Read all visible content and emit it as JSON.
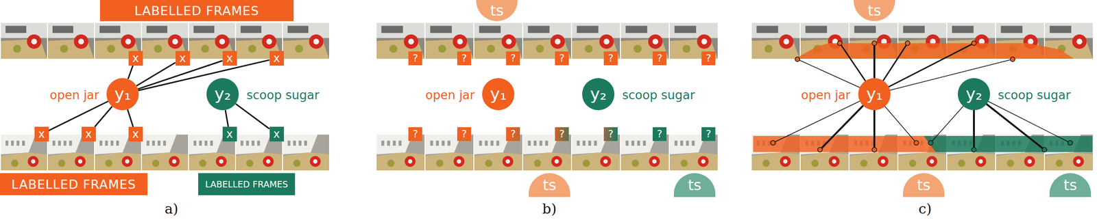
{
  "diagram": {
    "nodes": [
      {
        "text": [
          "LABELLED FRAMES"
        ]
      },
      {
        "text": [
          "x"
        ]
      },
      {
        "text": [
          "x"
        ]
      },
      {
        "text": [
          "x"
        ]
      },
      {
        "text": [
          "x"
        ]
      },
      {
        "text": [
          "y₁"
        ]
      },
      {
        "text": [
          "y₂"
        ]
      },
      {
        "text": [
          "x"
        ]
      },
      {
        "text": [
          "x"
        ]
      },
      {
        "text": [
          "x"
        ]
      },
      {
        "text": [
          "x"
        ]
      },
      {
        "text": [
          "x"
        ]
      },
      {
        "text": [
          "LABELLED FRAMES"
        ]
      },
      {
        "text": [
          "LABELLED FRAMES"
        ]
      },
      {
        "text": [
          "ts"
        ]
      },
      {
        "text": [
          "?"
        ]
      },
      {
        "text": [
          "?"
        ]
      },
      {
        "text": [
          "?"
        ]
      },
      {
        "text": [
          "?"
        ]
      },
      {
        "text": [
          "?"
        ]
      },
      {
        "text": [
          "?"
        ]
      },
      {
        "text": [
          "?"
        ]
      },
      {
        "text": [
          "y₁"
        ]
      },
      {
        "text": [
          "y₂"
        ]
      },
      {
        "text": [
          "?"
        ]
      },
      {
        "text": [
          "?"
        ]
      },
      {
        "text": [
          "?"
        ]
      },
      {
        "text": [
          "?"
        ]
      },
      {
        "text": [
          "?"
        ]
      },
      {
        "text": [
          "?"
        ]
      },
      {
        "text": [
          "?"
        ]
      },
      {
        "text": [
          "ts"
        ]
      },
      {
        "text": [
          "ts"
        ]
      },
      {
        "text": [
          "ts"
        ]
      },
      {
        "text": [
          "y₁"
        ]
      },
      {
        "text": [
          "y₂"
        ]
      },
      {
        "text": [
          "ts"
        ]
      },
      {
        "text": [
          "ts"
        ]
      }
    ],
    "edges": [
      {
        "from": 5,
        "to": 1,
        "arrow": "none"
      },
      {
        "from": 5,
        "to": 2,
        "arrow": "none"
      },
      {
        "from": 5,
        "to": 3,
        "arrow": "none"
      },
      {
        "from": 5,
        "to": 4,
        "arrow": "none"
      },
      {
        "from": 5,
        "to": 7,
        "arrow": "none"
      },
      {
        "from": 5,
        "to": 8,
        "arrow": "none"
      },
      {
        "from": 5,
        "to": 9,
        "arrow": "none"
      },
      {
        "from": 6,
        "to": 10,
        "arrow": "none"
      },
      {
        "from": 6,
        "to": 11,
        "arrow": "none"
      }
    ],
    "labels": [
      "open jar",
      "scoop sugar",
      "a)",
      "open jar",
      "scoop sugar",
      "b)",
      "open jar",
      "scoop sugar",
      "c)"
    ]
  }
}
